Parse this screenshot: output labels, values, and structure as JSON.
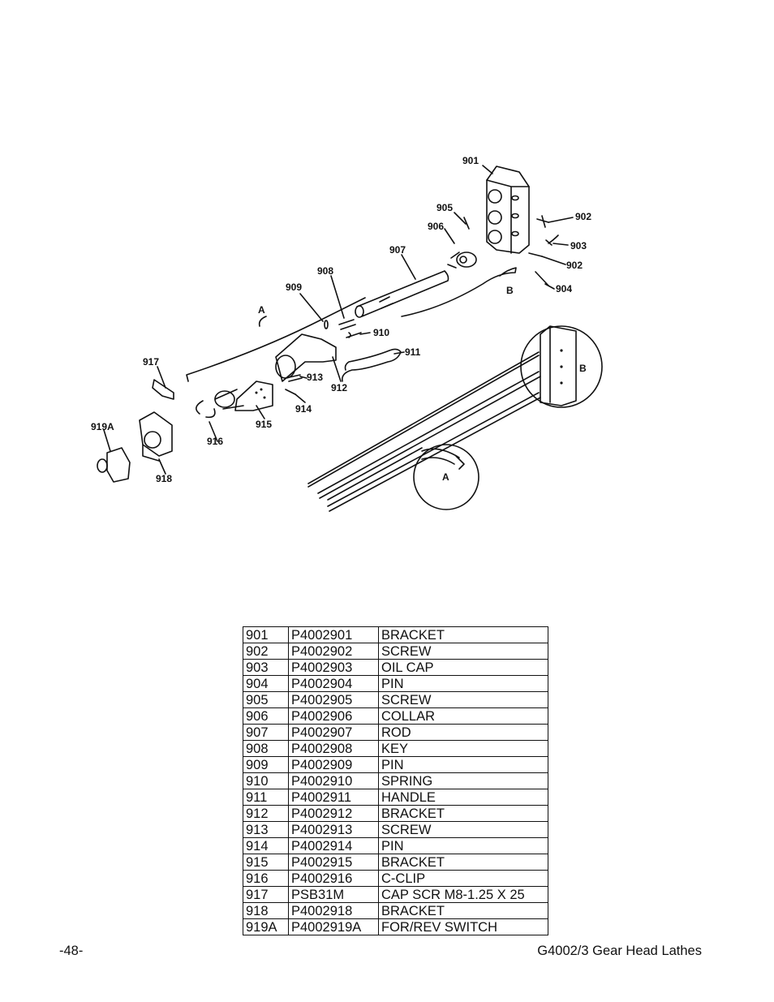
{
  "diagram": {
    "callouts": [
      "901",
      "902",
      "903",
      "902",
      "904",
      "905",
      "906",
      "907",
      "908",
      "909",
      "910",
      "911",
      "912",
      "913",
      "914",
      "915",
      "916",
      "917",
      "918",
      "919A"
    ],
    "detail_labels": [
      "A",
      "B",
      "B",
      "A"
    ]
  },
  "parts": [
    {
      "ref": "901",
      "part": "P4002901",
      "desc": "BRACKET"
    },
    {
      "ref": "902",
      "part": "P4002902",
      "desc": "SCREW"
    },
    {
      "ref": "903",
      "part": "P4002903",
      "desc": "OIL CAP"
    },
    {
      "ref": "904",
      "part": "P4002904",
      "desc": "PIN"
    },
    {
      "ref": "905",
      "part": "P4002905",
      "desc": "SCREW"
    },
    {
      "ref": "906",
      "part": "P4002906",
      "desc": "COLLAR"
    },
    {
      "ref": "907",
      "part": "P4002907",
      "desc": "ROD"
    },
    {
      "ref": "908",
      "part": "P4002908",
      "desc": "KEY"
    },
    {
      "ref": "909",
      "part": "P4002909",
      "desc": "PIN"
    },
    {
      "ref": "910",
      "part": "P4002910",
      "desc": "SPRING"
    },
    {
      "ref": "911",
      "part": "P4002911",
      "desc": "HANDLE"
    },
    {
      "ref": "912",
      "part": "P4002912",
      "desc": "BRACKET"
    },
    {
      "ref": "913",
      "part": "P4002913",
      "desc": "SCREW"
    },
    {
      "ref": "914",
      "part": "P4002914",
      "desc": "PIN"
    },
    {
      "ref": "915",
      "part": "P4002915",
      "desc": "BRACKET"
    },
    {
      "ref": "916",
      "part": "P4002916",
      "desc": "C-CLIP"
    },
    {
      "ref": "917",
      "part": "PSB31M",
      "desc": "CAP SCR M8-1.25 X 25"
    },
    {
      "ref": "918",
      "part": "P4002918",
      "desc": "BRACKET"
    },
    {
      "ref": "919A",
      "part": "P4002919A",
      "desc": "FOR/REV SWITCH"
    }
  ],
  "footer": {
    "page_number": "-48-",
    "title": "G4002/3 Gear Head Lathes"
  }
}
